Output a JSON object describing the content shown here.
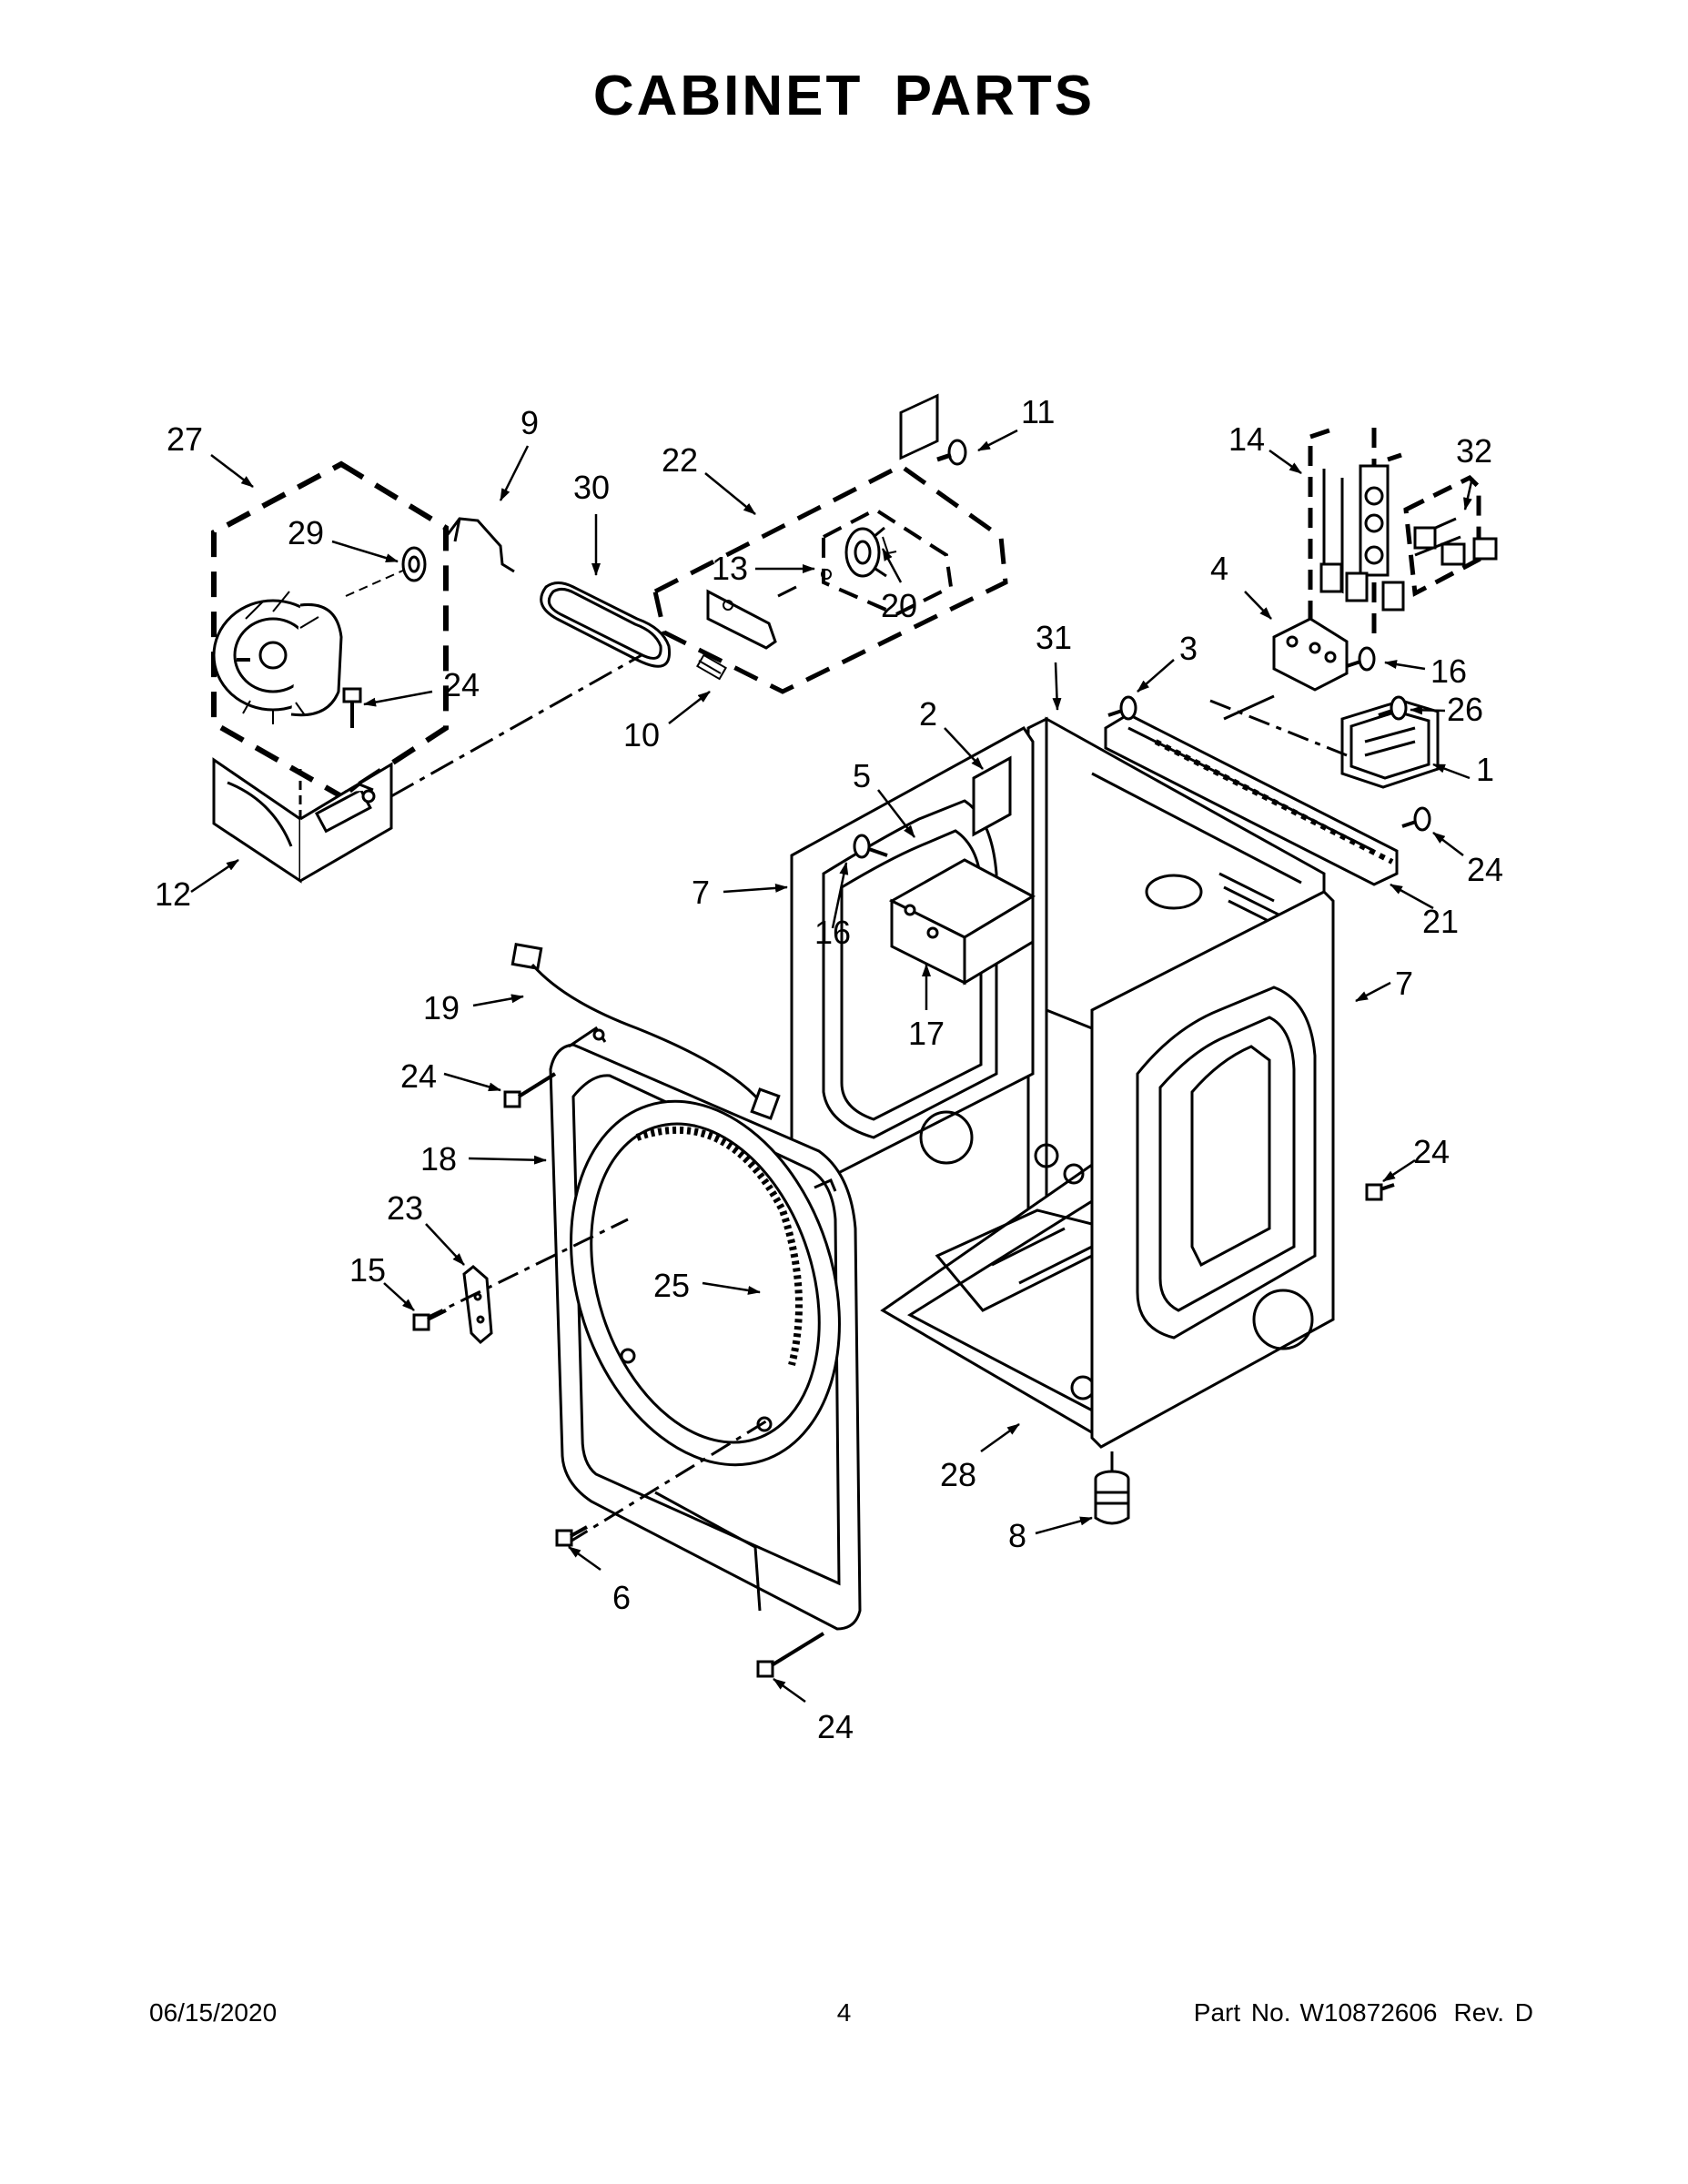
{
  "title": "CABINET PARTS",
  "footer": {
    "date": "06/15/2020",
    "page_number": "4",
    "part_no_label": "Part No.",
    "part_no": "W10872606",
    "revision": "Rev. D"
  },
  "callouts": [
    {
      "id": "c27",
      "label": "27"
    },
    {
      "id": "c9",
      "label": "9"
    },
    {
      "id": "c30",
      "label": "30"
    },
    {
      "id": "c22",
      "label": "22"
    },
    {
      "id": "c11",
      "label": "11"
    },
    {
      "id": "c14",
      "label": "14"
    },
    {
      "id": "c32",
      "label": "32"
    },
    {
      "id": "c29",
      "label": "29"
    },
    {
      "id": "c13",
      "label": "13"
    },
    {
      "id": "c20",
      "label": "20"
    },
    {
      "id": "c4",
      "label": "4"
    },
    {
      "id": "c31",
      "label": "31"
    },
    {
      "id": "c3",
      "label": "3"
    },
    {
      "id": "c16a",
      "label": "16"
    },
    {
      "id": "c24a",
      "label": "24"
    },
    {
      "id": "c10",
      "label": "10"
    },
    {
      "id": "c2",
      "label": "2"
    },
    {
      "id": "c26",
      "label": "26"
    },
    {
      "id": "c5",
      "label": "5"
    },
    {
      "id": "c1",
      "label": "1"
    },
    {
      "id": "c12",
      "label": "12"
    },
    {
      "id": "c7a",
      "label": "7"
    },
    {
      "id": "c24b",
      "label": "24"
    },
    {
      "id": "c16b",
      "label": "16"
    },
    {
      "id": "c21",
      "label": "21"
    },
    {
      "id": "c19",
      "label": "19"
    },
    {
      "id": "c7b",
      "label": "7"
    },
    {
      "id": "c17",
      "label": "17"
    },
    {
      "id": "c24c",
      "label": "24"
    },
    {
      "id": "c18",
      "label": "18"
    },
    {
      "id": "c24d",
      "label": "24"
    },
    {
      "id": "c23",
      "label": "23"
    },
    {
      "id": "c15",
      "label": "15"
    },
    {
      "id": "c25",
      "label": "25"
    },
    {
      "id": "c28",
      "label": "28"
    },
    {
      "id": "c8",
      "label": "8"
    },
    {
      "id": "c6",
      "label": "6"
    },
    {
      "id": "c24e",
      "label": "24"
    }
  ]
}
